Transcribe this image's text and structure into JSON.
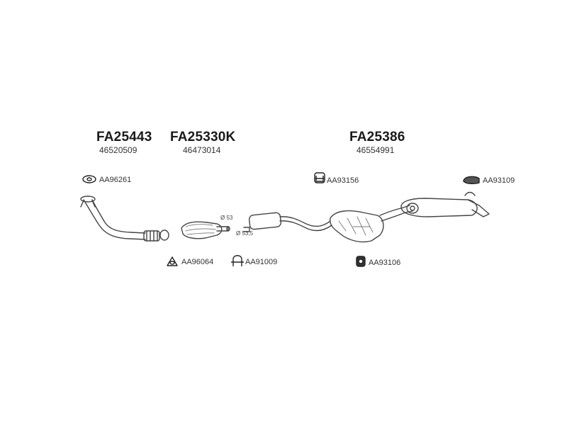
{
  "groups": [
    {
      "code": "FA25443",
      "oe": "46520509"
    },
    {
      "code": "FA25330K",
      "oe": "46473014"
    },
    {
      "code": "FA25386",
      "oe": "46554991"
    }
  ],
  "parts": {
    "gasket": "AA96261",
    "clamp_a": "AA93156",
    "hanger_rear": "AA93109",
    "ring": "AA96064",
    "u_clamp": "AA91009",
    "rubber_mount": "AA93106"
  },
  "dimensions": {
    "d53": "Ø 53",
    "d535": "Ø 53,5"
  }
}
